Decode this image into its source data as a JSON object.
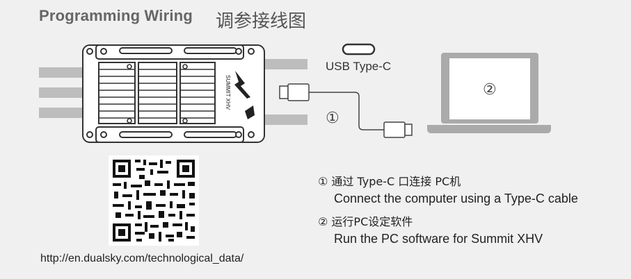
{
  "header": {
    "title_en": "Programming Wiring",
    "title_cn": "调参接线图"
  },
  "device": {
    "brand_text": "SUMMIT XHV"
  },
  "cable": {
    "label": "USB Type-C"
  },
  "markers": {
    "cable_step": "①",
    "computer_step": "②"
  },
  "steps": [
    {
      "cn": "① 通过 Type-C 口连接 PC机",
      "en": "Connect the computer using a Type-C cable"
    },
    {
      "cn": "② 运行PC设定软件",
      "en": "Run the PC software for Summit XHV"
    }
  ],
  "qr": {
    "url": "http://en.dualsky.com/technological_data/"
  }
}
